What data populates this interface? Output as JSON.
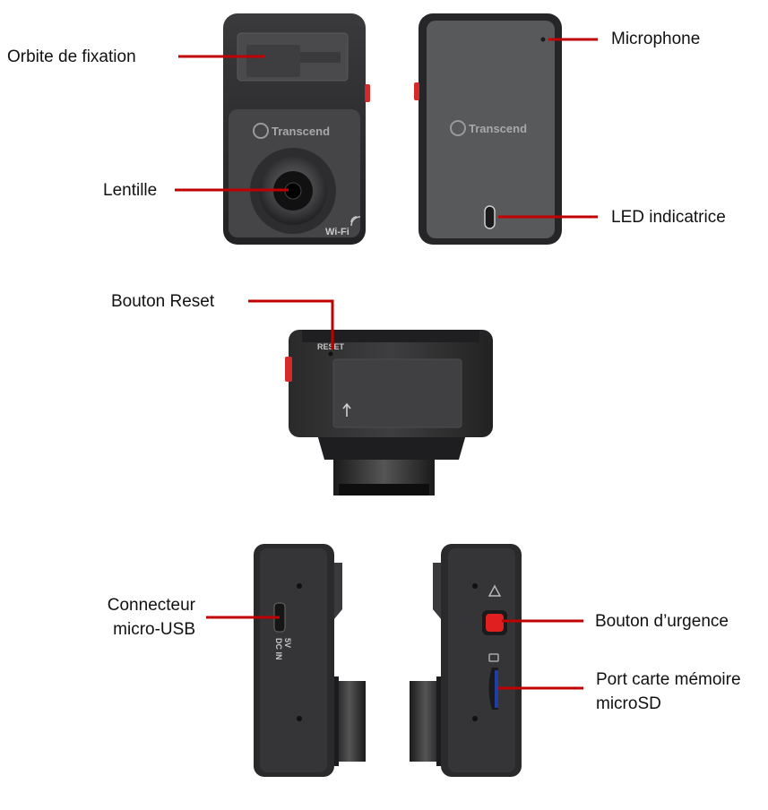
{
  "labels": {
    "mount": "Orbite  de  fixation",
    "lens": "Lentille",
    "mic": "Microphone",
    "led": "LED indicatrice",
    "reset": "Bouton  Reset",
    "usb": "Connecteur\nmicro-USB",
    "emergency": "Bouton d’urgence",
    "sd": "Port carte mémoire\nmicroSD"
  },
  "device_text": {
    "brand": "Transcend",
    "wifi": "Wi-Fi",
    "reset": "RESET",
    "power_v": "5V",
    "power_dc": "DC IN"
  },
  "colors": {
    "callout": "#c00000",
    "body": "#2a2a2b",
    "panel": "#545557",
    "emergency": "#e02020",
    "sd_slot": "#1e3fa8"
  }
}
